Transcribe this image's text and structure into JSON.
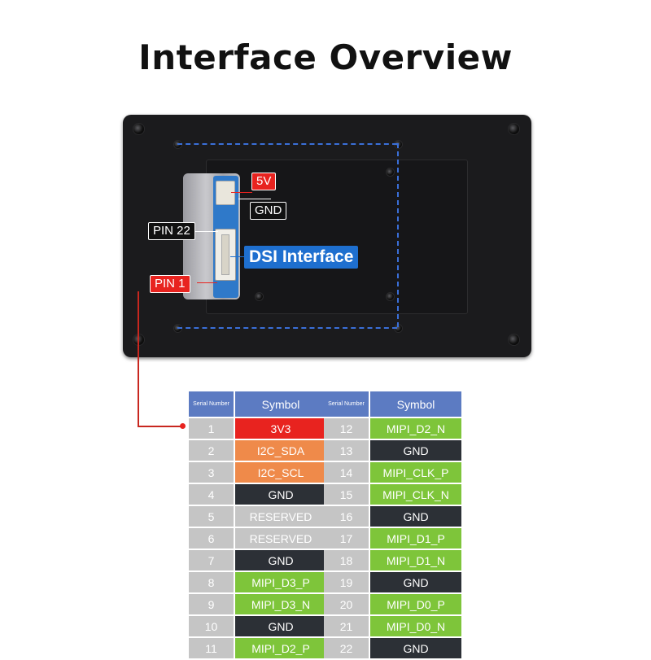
{
  "title": "Interface Overview",
  "labels": {
    "v5": "5V",
    "gnd": "GND",
    "pin22": "PIN 22",
    "pin1": "PIN 1",
    "dsi": "DSI Interface"
  },
  "table_header": {
    "serial": "Serial Number",
    "symbol": "Symbol"
  },
  "pins_left": [
    {
      "num": "1",
      "symbol": "3V3",
      "color": "red"
    },
    {
      "num": "2",
      "symbol": "I2C_SDA",
      "color": "orange"
    },
    {
      "num": "3",
      "symbol": "I2C_SCL",
      "color": "orange"
    },
    {
      "num": "4",
      "symbol": "GND",
      "color": "dark"
    },
    {
      "num": "5",
      "symbol": "RESERVED",
      "color": "gray"
    },
    {
      "num": "6",
      "symbol": "RESERVED",
      "color": "gray"
    },
    {
      "num": "7",
      "symbol": "GND",
      "color": "dark"
    },
    {
      "num": "8",
      "symbol": "MIPI_D3_P",
      "color": "green"
    },
    {
      "num": "9",
      "symbol": "MIPI_D3_N",
      "color": "green"
    },
    {
      "num": "10",
      "symbol": "GND",
      "color": "dark"
    },
    {
      "num": "11",
      "symbol": "MIPI_D2_P",
      "color": "green"
    }
  ],
  "pins_right": [
    {
      "num": "12",
      "symbol": "MIPI_D2_N",
      "color": "green"
    },
    {
      "num": "13",
      "symbol": "GND",
      "color": "dark"
    },
    {
      "num": "14",
      "symbol": "MIPI_CLK_P",
      "color": "green"
    },
    {
      "num": "15",
      "symbol": "MIPI_CLK_N",
      "color": "green"
    },
    {
      "num": "16",
      "symbol": "GND",
      "color": "dark"
    },
    {
      "num": "17",
      "symbol": "MIPI_D1_P",
      "color": "green"
    },
    {
      "num": "18",
      "symbol": "MIPI_D1_N",
      "color": "green"
    },
    {
      "num": "19",
      "symbol": "GND",
      "color": "dark"
    },
    {
      "num": "20",
      "symbol": "MIPI_D0_P",
      "color": "green"
    },
    {
      "num": "21",
      "symbol": "MIPI_D0_N",
      "color": "green"
    },
    {
      "num": "22",
      "symbol": "GND",
      "color": "dark"
    }
  ],
  "colors": {
    "header": "#5c7bc2",
    "red": "#e8231f",
    "orange": "#ef8a4a",
    "dark": "#2c3036",
    "gray": "#c5c5c5",
    "green": "#7ec53a",
    "dsi": "#1e6fcf",
    "guide": "#3a6fd8"
  }
}
